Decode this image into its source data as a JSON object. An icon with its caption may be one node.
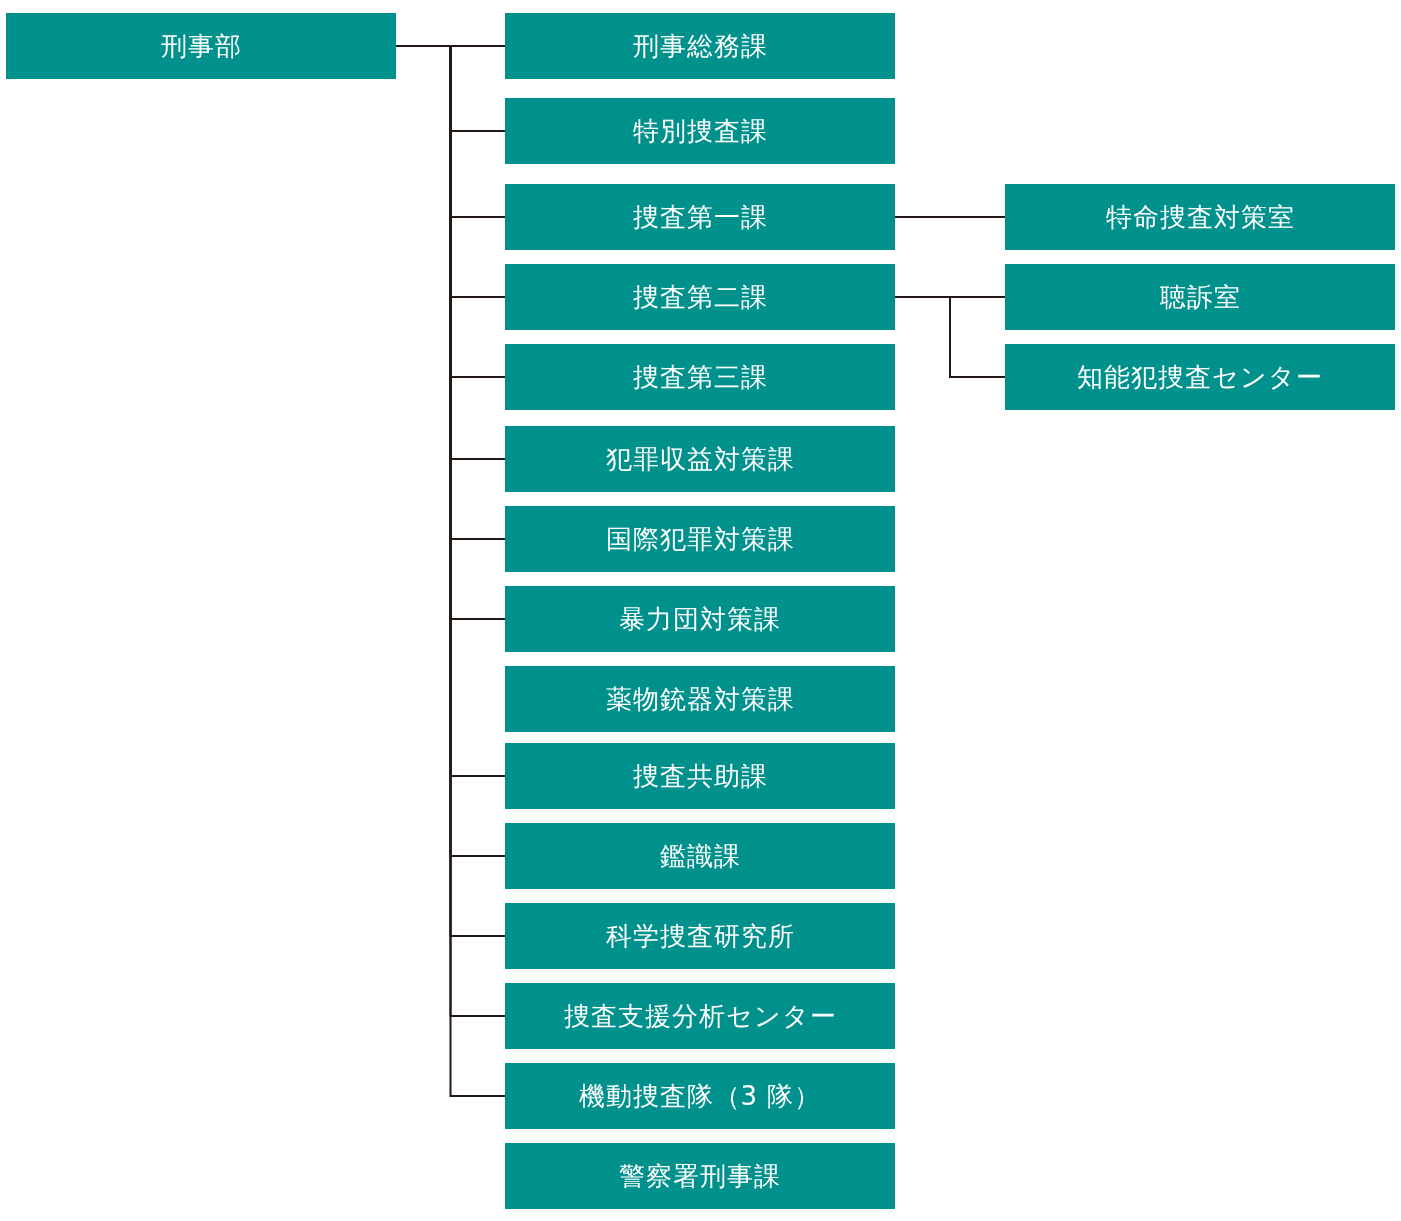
{
  "diagram": {
    "nodes": [
      {
        "text": [
          "刑事部"
        ]
      },
      {
        "text": [
          "刑事総務課"
        ]
      },
      {
        "text": [
          "特別捜査課"
        ]
      },
      {
        "text": [
          "捜査第一課"
        ]
      },
      {
        "text": [
          "捜査第二課"
        ]
      },
      {
        "text": [
          "捜査第三課"
        ]
      },
      {
        "text": [
          "犯罪収益対策課"
        ]
      },
      {
        "text": [
          "国際犯罪対策課"
        ]
      },
      {
        "text": [
          "暴力団対策課"
        ]
      },
      {
        "text": [
          "薬物銃器対策課"
        ]
      },
      {
        "text": [
          "捜査共助課"
        ]
      },
      {
        "text": [
          "鑑識課"
        ]
      },
      {
        "text": [
          "科学捜査研究所"
        ]
      },
      {
        "text": [
          "捜査支援分析センター"
        ]
      },
      {
        "text": [
          "機動捜査隊（3 隊）"
        ]
      },
      {
        "text": [
          "警察署刑事課"
        ]
      },
      {
        "text": [
          "特命捜査対策室"
        ]
      },
      {
        "text": [
          "聴訴室"
        ]
      },
      {
        "text": [
          "知能犯捜査センター"
        ]
      }
    ],
    "edges": [
      {
        "from": 0,
        "to": 1,
        "arrow": "none"
      },
      {
        "from": 0,
        "to": 2,
        "arrow": "none"
      },
      {
        "from": 0,
        "to": 3,
        "arrow": "none"
      },
      {
        "from": 0,
        "to": 4,
        "arrow": "none"
      },
      {
        "from": 0,
        "to": 5,
        "arrow": "none"
      },
      {
        "from": 0,
        "to": 6,
        "arrow": "none"
      },
      {
        "from": 0,
        "to": 7,
        "arrow": "none"
      },
      {
        "from": 0,
        "to": 8,
        "arrow": "none"
      },
      {
        "from": 0,
        "to": 10,
        "arrow": "none"
      },
      {
        "from": 0,
        "to": 11,
        "arrow": "none"
      },
      {
        "from": 0,
        "to": 12,
        "arrow": "none"
      },
      {
        "from": 0,
        "to": 13,
        "arrow": "none"
      },
      {
        "from": 0,
        "to": 14,
        "arrow": "none"
      },
      {
        "from": 3,
        "to": 16,
        "arrow": "none"
      },
      {
        "from": 4,
        "to": 17,
        "arrow": "none"
      },
      {
        "from": 4,
        "to": 18,
        "arrow": "none"
      }
    ]
  }
}
